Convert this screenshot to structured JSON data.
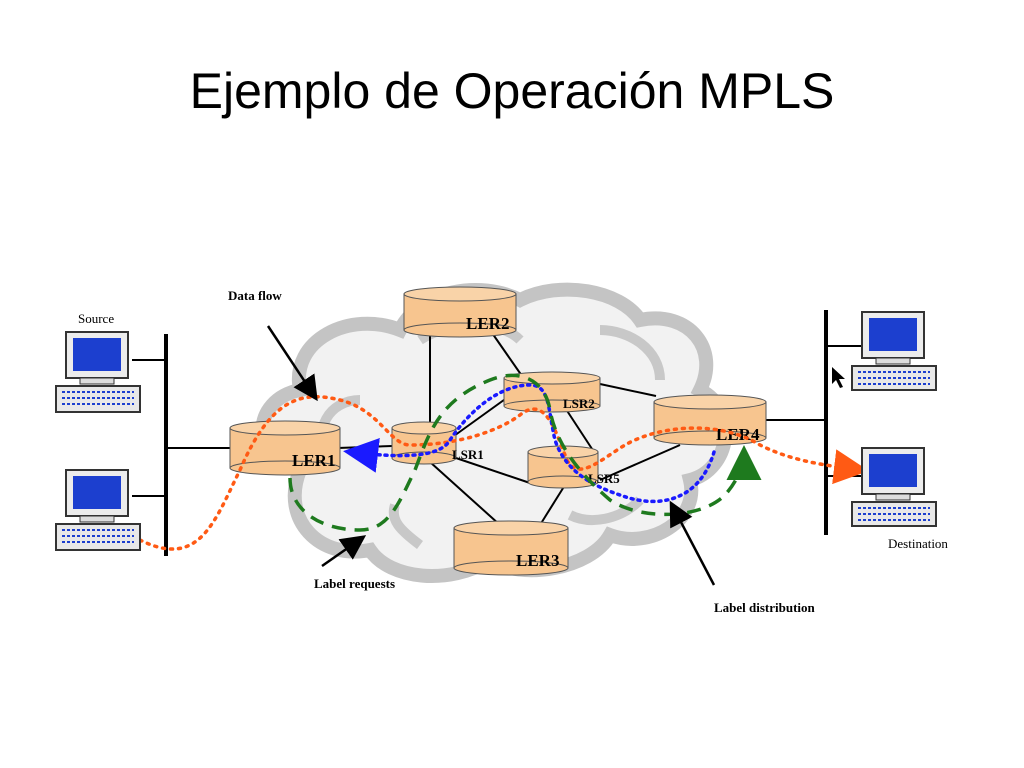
{
  "title": "Ejemplo de Operación MPLS",
  "labels": {
    "data_flow": "Data flow",
    "source": "Source",
    "destination": "Destination",
    "label_requests": "Label requests",
    "label_distribution": "Label distribution"
  },
  "nodes": {
    "ler1": "LER1",
    "ler2": "LER2",
    "ler3": "LER3",
    "ler4": "LER4",
    "lsr1": "LSR1",
    "lsr2": "LSR2",
    "lsr5": "LSR5"
  },
  "colors": {
    "router_fill": "#f7c58f",
    "cloud": "#bdbdbd",
    "data_flow": "#ff5a14",
    "label_distribution": "#1a1aff",
    "label_requests": "#1e7a1e",
    "screen": "#1c3fcf"
  }
}
